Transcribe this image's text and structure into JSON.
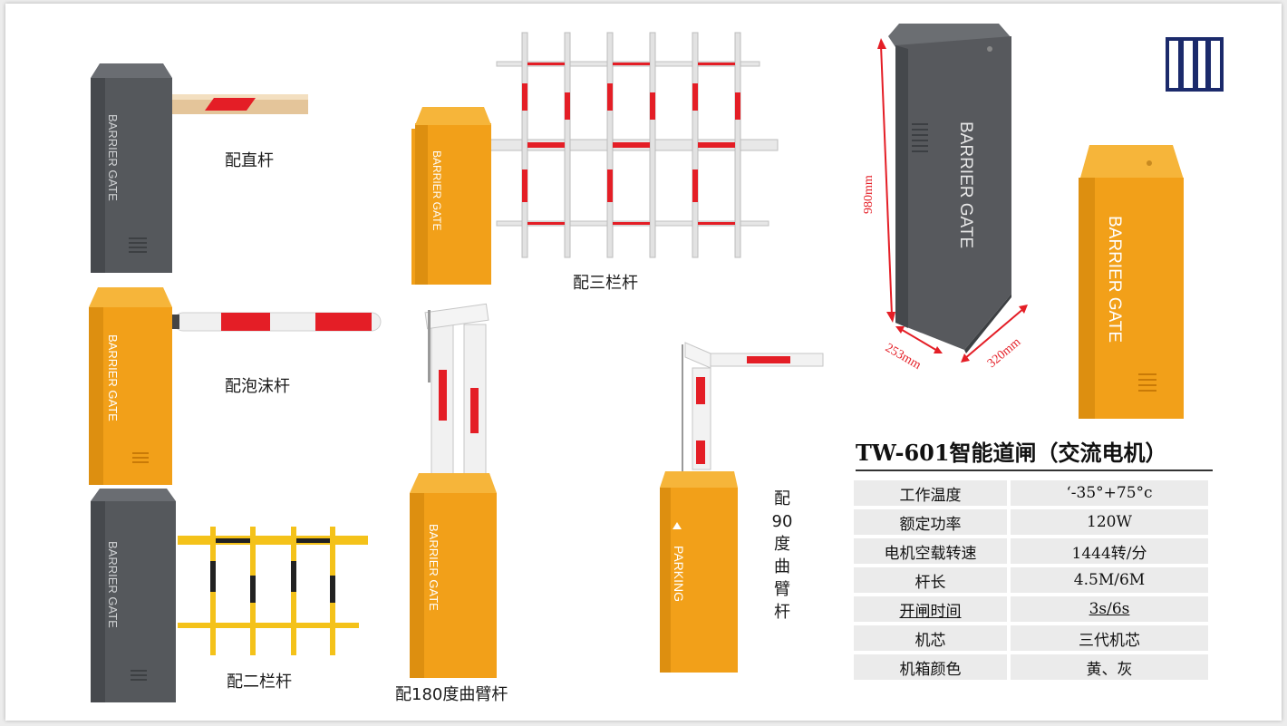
{
  "captions": {
    "straight": "配直杆",
    "foam": "配泡沫杆",
    "two_bar": "配二栏杆",
    "three_bar": "配三栏杆",
    "curve180": "配180度曲臂杆",
    "curve90": "配90度曲臂杆"
  },
  "cabinet_text": {
    "barrier": "BARRIER GATE",
    "parking": "PARKING"
  },
  "dimensions": {
    "height": "980mm",
    "depth": "253mm",
    "width": "320mm"
  },
  "spec": {
    "title": "TW-601智能道闸（交流电机）",
    "rows": [
      {
        "label": "工作温度",
        "value": "‘-35°+75°c"
      },
      {
        "label": "额定功率",
        "value": "120W"
      },
      {
        "label": "电机空载转速",
        "value": "1444转/分"
      },
      {
        "label": "杆长",
        "value": "4.5M/6M"
      },
      {
        "label": "开闸时间",
        "value": "3s/6s"
      },
      {
        "label": "机芯",
        "value": "三代机芯"
      },
      {
        "label": "机箱颜色",
        "value": "黄、灰"
      }
    ]
  },
  "colors": {
    "orange": "#f2a019",
    "gray": "#55585c",
    "red": "#e41e26",
    "yellow": "#f4c21a",
    "logo_navy": "#1b2a6b"
  },
  "icons": {
    "logo": "company-logo-icon"
  }
}
